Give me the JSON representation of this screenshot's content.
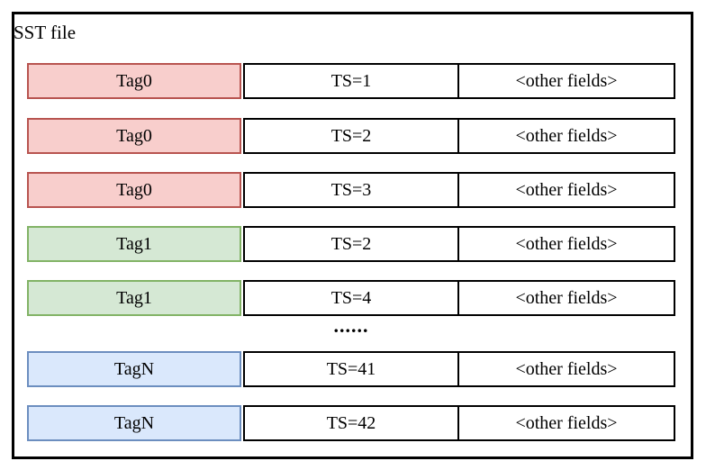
{
  "diagram": {
    "title": "SST file",
    "ellipsis": "......",
    "colors": {
      "red_fill": "#f8cecc",
      "red_border": "#b85450",
      "green_fill": "#d5e8d4",
      "green_border": "#82b366",
      "blue_fill": "#dae8fc",
      "blue_border": "#6c8ebf",
      "record_border": "#000000",
      "frame_border": "#000000",
      "background": "#ffffff"
    },
    "rows": [
      {
        "tag": "Tag0",
        "color": "red",
        "ts": "TS=1",
        "other": "<other fields>"
      },
      {
        "tag": "Tag0",
        "color": "red",
        "ts": "TS=2",
        "other": "<other fields>"
      },
      {
        "tag": "Tag0",
        "color": "red",
        "ts": "TS=3",
        "other": "<other fields>"
      },
      {
        "tag": "Tag1",
        "color": "green",
        "ts": "TS=2",
        "other": "<other fields>"
      },
      {
        "tag": "Tag1",
        "color": "green",
        "ts": "TS=4",
        "other": "<other fields>"
      },
      {
        "tag": "TagN",
        "color": "blue",
        "ts": "TS=41",
        "other": "<other fields>"
      },
      {
        "tag": "TagN",
        "color": "blue",
        "ts": "TS=42",
        "other": "<other fields>"
      }
    ]
  }
}
